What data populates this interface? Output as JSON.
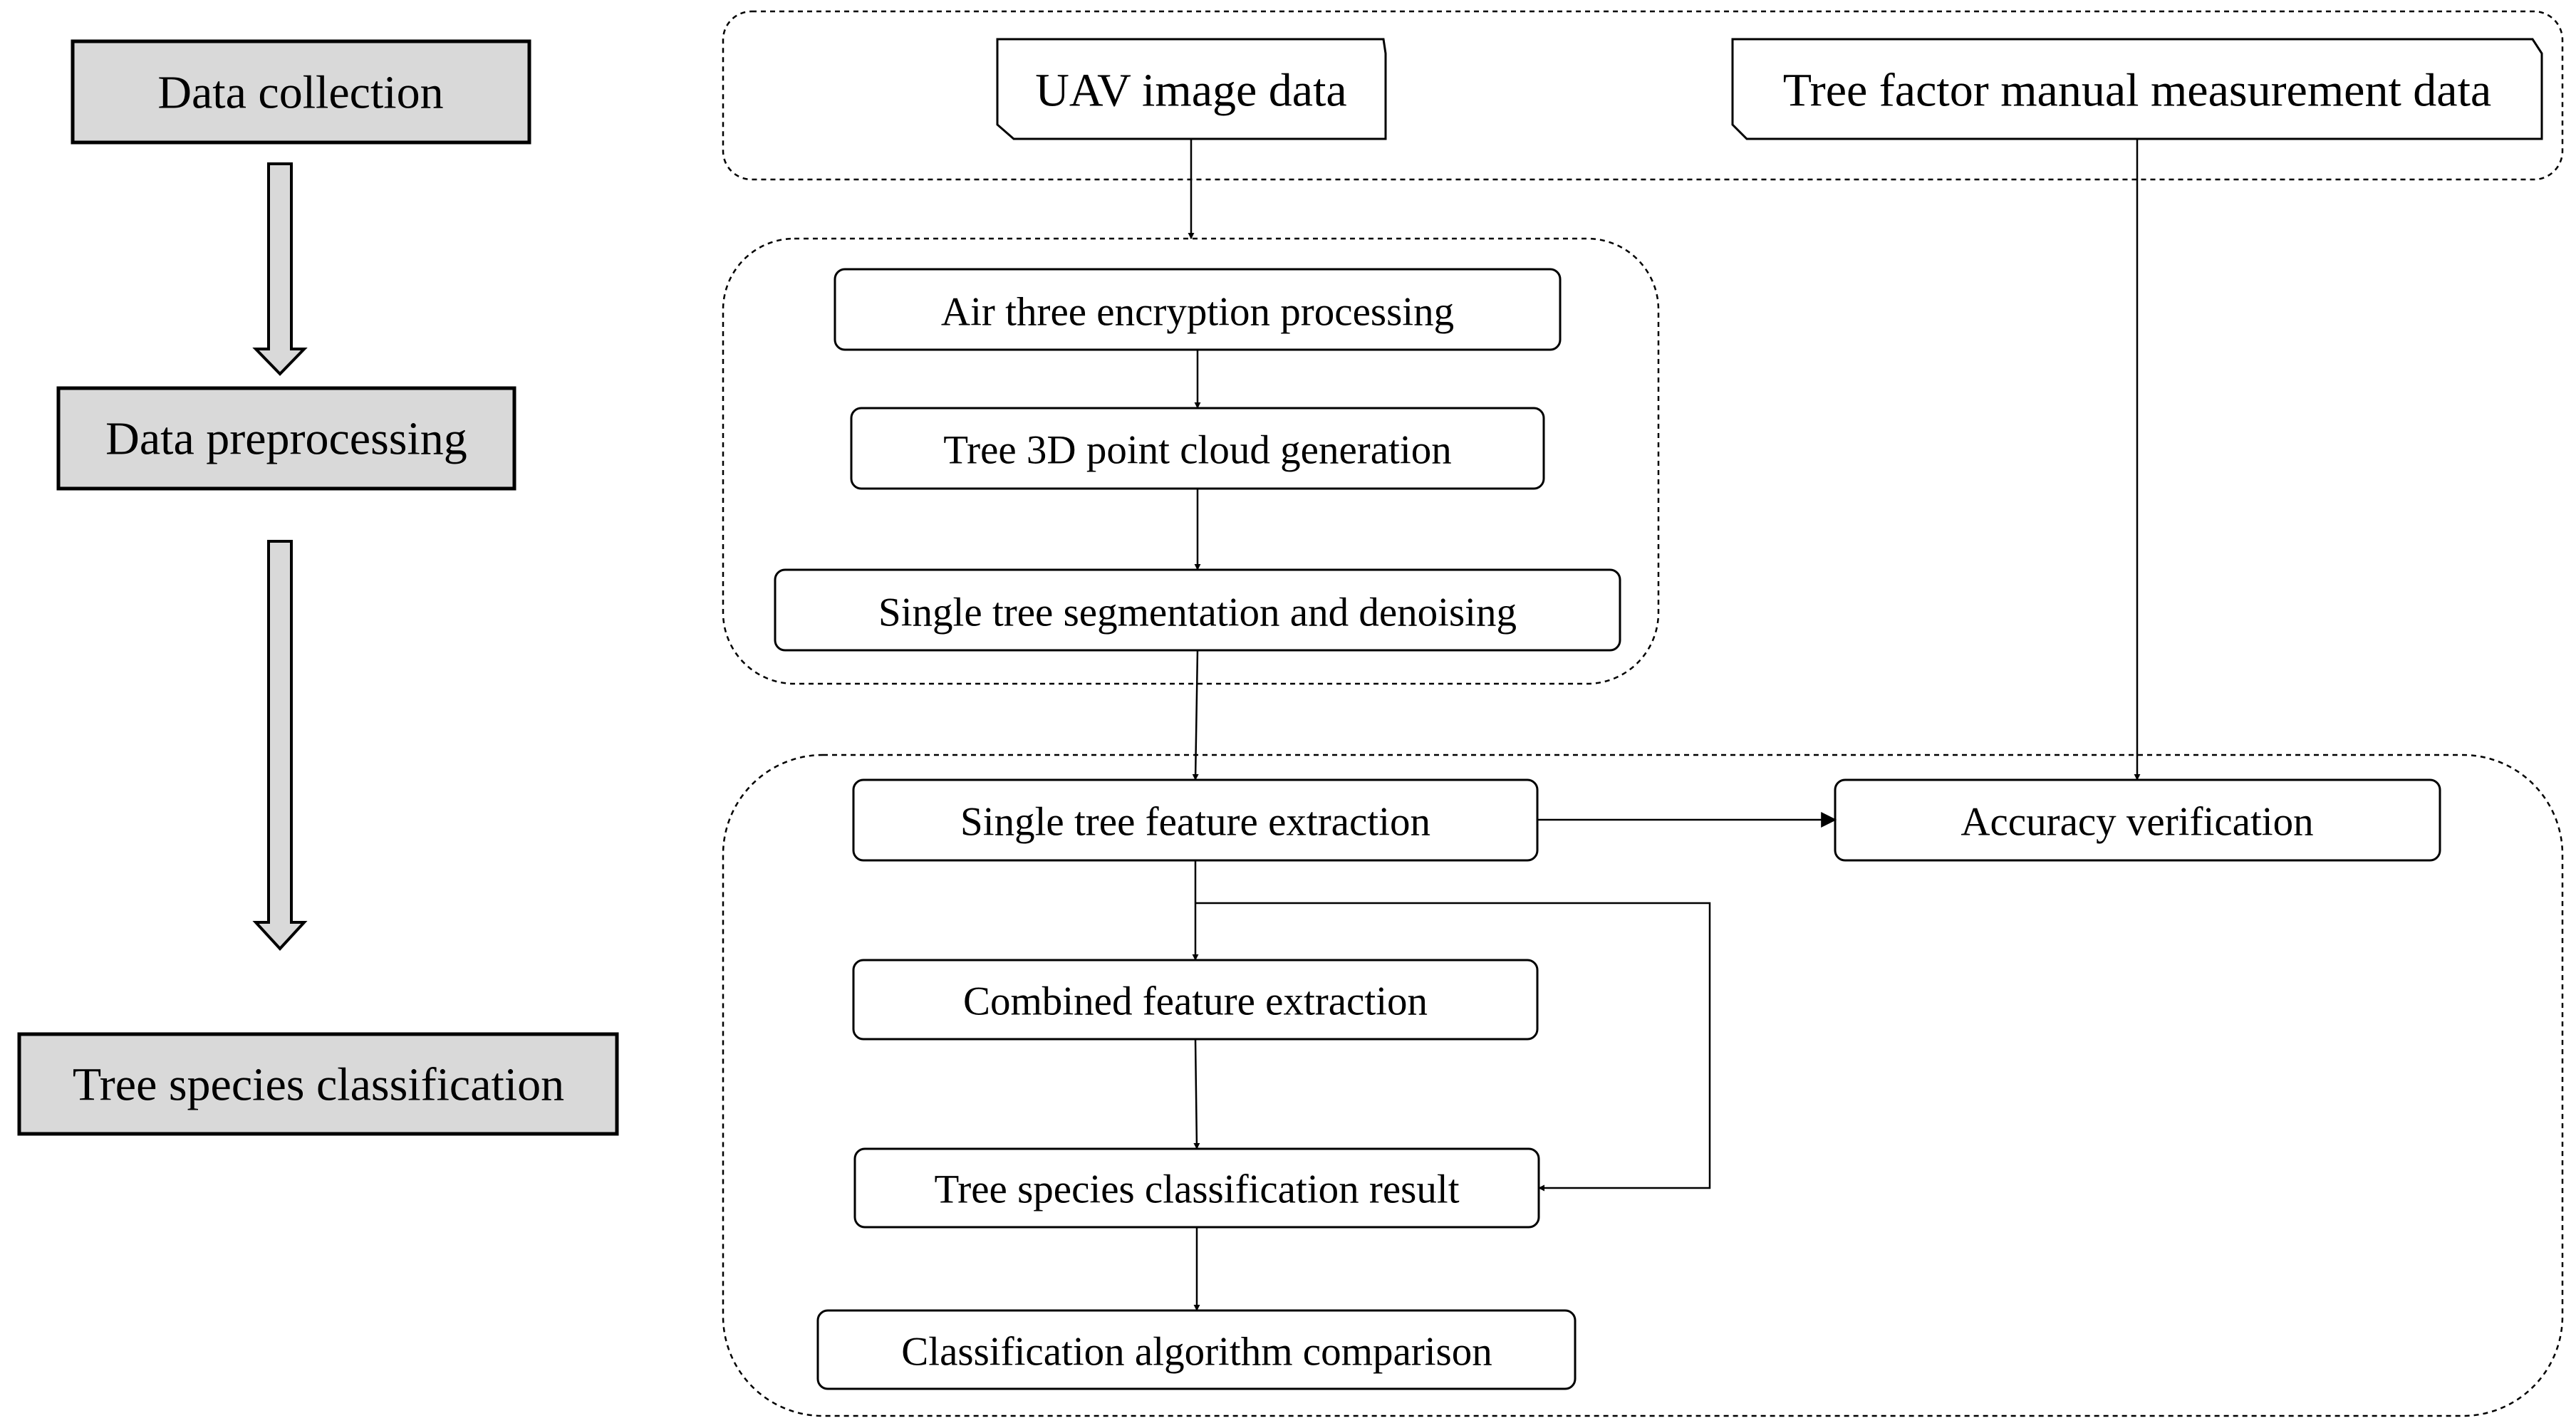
{
  "stages": [
    {
      "id": "collection",
      "label": "Data collection"
    },
    {
      "id": "preprocessing",
      "label": "Data preprocessing"
    },
    {
      "id": "classification",
      "label": "Tree species classification"
    }
  ],
  "inputs": {
    "uav": "UAV image data",
    "manual": "Tree factor manual measurement data"
  },
  "preprocessing_steps": [
    "Air three encryption  processing",
    "Tree  3D point cloud generation",
    "Single tree segmentation  and denoising"
  ],
  "classification_steps": {
    "feature_extraction": "Single tree feature extraction",
    "accuracy": "Accuracy  verification",
    "combined": "Combined  feature extraction",
    "result": "Tree species classification result",
    "comparison": "Classification algorithm  comparison"
  },
  "colors": {
    "stage_fill": "#d9d9d9",
    "stroke": "#000000",
    "background": "#ffffff"
  }
}
